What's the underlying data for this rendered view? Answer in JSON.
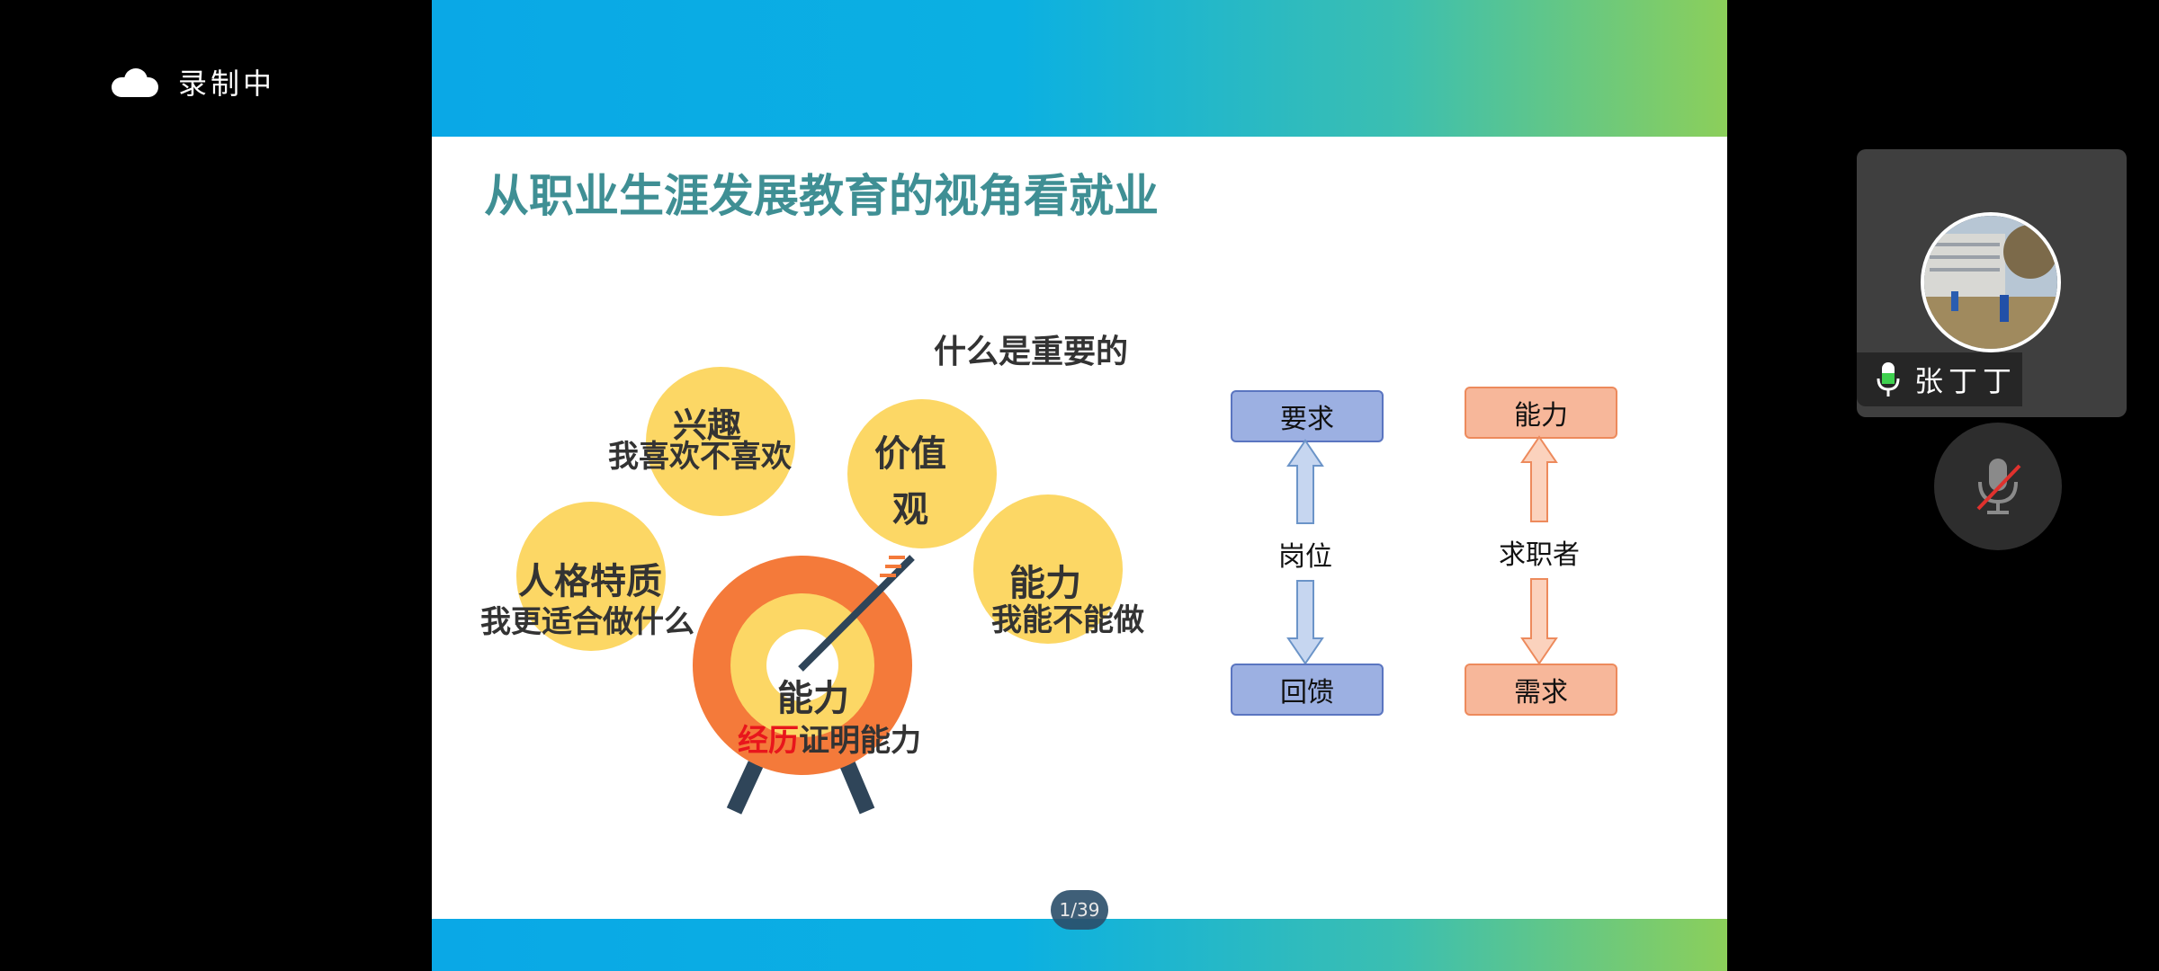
{
  "recording": {
    "label": "录制中",
    "icon": "cloud-icon"
  },
  "slide": {
    "title": "从职业生涯发展教育的视角看就业",
    "important_label": "什么是重要的",
    "circles": {
      "interest": {
        "title": "兴趣",
        "sub": "我喜欢不喜欢"
      },
      "values": {
        "title_line1": "价值",
        "title_line2": "观"
      },
      "personality": {
        "title": "人格特质",
        "sub": "我更适合做什么"
      },
      "ability_right": {
        "title": "能力",
        "sub": "我能不能做"
      },
      "target": {
        "title": "能力",
        "sub_red": "经历",
        "sub_rest": "证明能力"
      }
    },
    "diagram": {
      "left_top": "要求",
      "left_mid": "岗位",
      "left_bottom": "回馈",
      "right_top": "能力",
      "right_mid": "求职者",
      "right_bottom": "需求"
    },
    "page_indicator": "1/39"
  },
  "participant": {
    "name": "张丁丁",
    "mic_icon": "mic-on-icon"
  },
  "controls": {
    "mute_icon": "mic-muted-icon"
  },
  "colors": {
    "title": "#3f8f94",
    "circle": "#fcd765",
    "target_outer": "#f47a3a",
    "blue_box": "#9cb0e2",
    "orange_box": "#f7b79a",
    "red_text": "#e8161c"
  }
}
